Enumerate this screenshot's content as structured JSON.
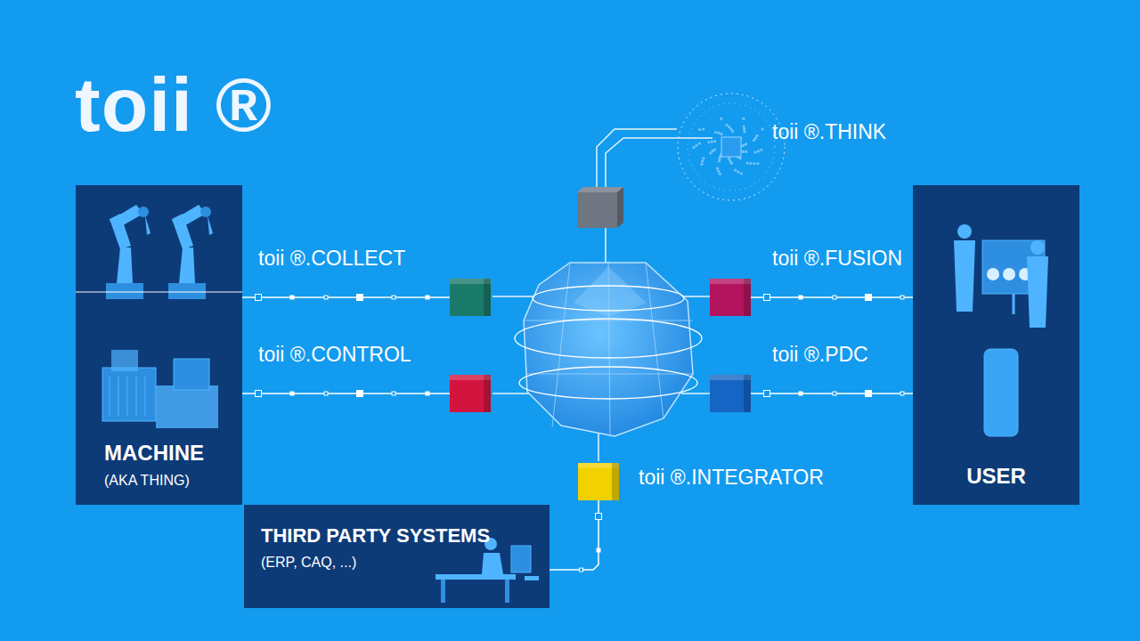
{
  "diagram": {
    "title": "toii ®",
    "nodes": [
      {
        "text": [
          "MACHINE",
          "(AKA THING)"
        ]
      },
      {
        "text": [
          "USER"
        ]
      },
      {
        "text": [
          "THIRD PARTY SYSTEMS",
          "(ERP, CAQ, ...)"
        ]
      },
      {
        "text": [
          "toii ®.COLLECT"
        ]
      },
      {
        "text": [
          "toii ®.CONTROL"
        ]
      },
      {
        "text": [
          "toii ®.FUSION"
        ]
      },
      {
        "text": [
          "toii ®.PDC"
        ]
      },
      {
        "text": [
          "toii ®.INTEGRATOR"
        ]
      },
      {
        "text": [
          "toii ®.THINK"
        ]
      }
    ],
    "edges": [
      {
        "from": 0,
        "to": 3,
        "arrow": "none"
      },
      {
        "from": 0,
        "to": 4,
        "arrow": "none"
      },
      {
        "from": 5,
        "to": 1,
        "arrow": "none"
      },
      {
        "from": 6,
        "to": 1,
        "arrow": "none"
      },
      {
        "from": 7,
        "to": 2,
        "arrow": "none"
      }
    ]
  }
}
